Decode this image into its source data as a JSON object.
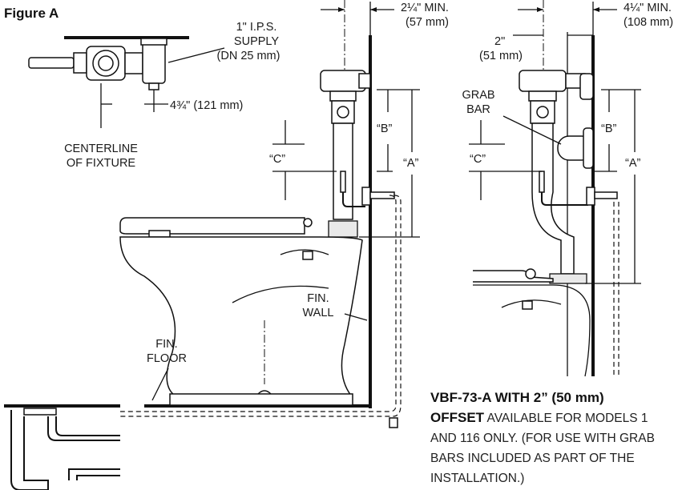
{
  "figure_title": "Figure A",
  "labels": {
    "supply": [
      "1\" I.P.S.",
      "SUPPLY",
      "(DN 25 mm)"
    ],
    "offset_left": "4¾\" (121 mm)",
    "centerline": [
      "CENTERLINE",
      "OF FIXTURE"
    ],
    "min_left": [
      "2¼\" MIN.",
      "(57 mm)"
    ],
    "min_right": [
      "4¼\" MIN.",
      "(108 mm)"
    ],
    "two_inch": [
      "2\"",
      "(51 mm)"
    ],
    "grab_bar": [
      "GRAB",
      "BAR"
    ],
    "dim_b": "“B”",
    "dim_c": "“C”",
    "dim_a": "“A”",
    "fin_wall": [
      "FIN.",
      "WALL"
    ],
    "fin_floor": [
      "FIN.",
      "FLOOR"
    ]
  },
  "caption": {
    "bold_1": "VBF-73-A WITH 2” (50 mm)",
    "bold_2": "OFFSET",
    "text_2": " AVAILABLE FOR MODELS 1",
    "line_3": "AND 116 ONLY. (FOR USE WITH GRAB",
    "line_4": "BARS INCLUDED AS PART OF THE",
    "line_5": "INSTALLATION.)"
  }
}
